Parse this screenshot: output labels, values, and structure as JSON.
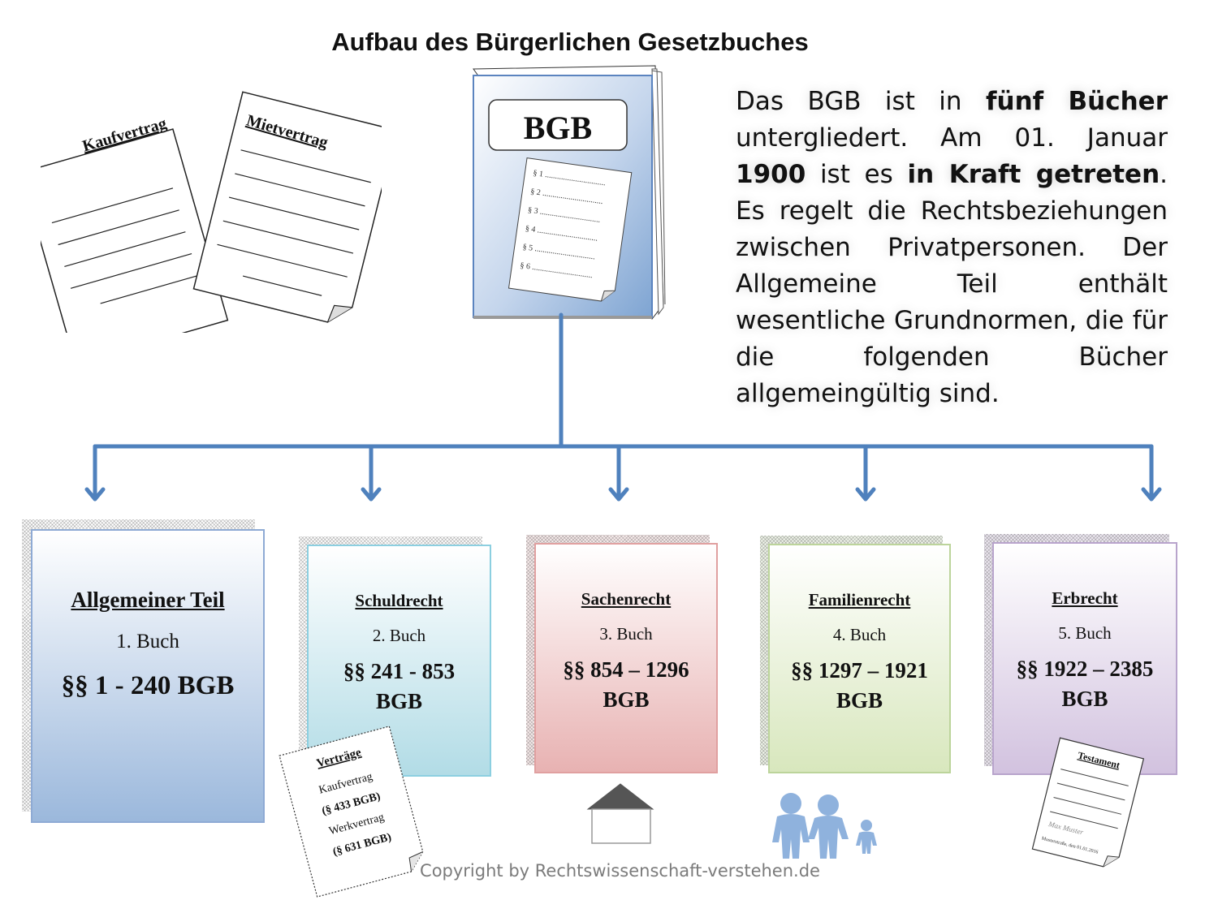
{
  "title": "Aufbau des Bürgerlichen Gesetzbuches",
  "description": {
    "p1": "Das BGB ist in ",
    "b1": "fünf Bücher",
    "p2": " untergliedert. Am 01. Januar ",
    "b2": "1900",
    "p3": " ist es ",
    "b3": "in Kraft getreten",
    "p4": ". Es regelt die Rechtsbeziehungen zwischen Privatpersonen. Der Allgemeine Teil enthält wesentliche Grundnormen, die für die folgenden Bücher allgemeingültig sind."
  },
  "documents": {
    "kaufvertrag": "Kaufvertrag",
    "mietvertrag": "Mietvertrag"
  },
  "main_book": {
    "label": "BGB",
    "paragraphs": [
      "§ 1 ..............................",
      "§ 2 ..............................",
      "§ 3 ..............................",
      "§ 4 ..............................",
      "§ 5 ..............................",
      "§ 6 .............................."
    ]
  },
  "books": [
    {
      "title": "Allgemeiner Teil",
      "num": "1.  Buch",
      "para1": "§§ 1 - 240 BGB",
      "para2": "",
      "color_top": "#ffffff",
      "color_bottom": "#9bb8dc",
      "border": "#8eaad4"
    },
    {
      "title": "Schuldrecht",
      "num": "2. Buch",
      "para1": "§§ 241 - 853",
      "para2": "BGB",
      "color_top": "#ffffff",
      "color_bottom": "#b2dce6",
      "border": "#8ccfe0"
    },
    {
      "title": "Sachenrecht",
      "num": "3. Buch",
      "para1": "§§ 854 – 1296",
      "para2": "BGB",
      "color_top": "#ffffff",
      "color_bottom": "#e8b2b2",
      "border": "#e0a0a0"
    },
    {
      "title": "Familienrecht",
      "num": "4. Buch",
      "para1": "§§ 1297 – 1921",
      "para2": "BGB",
      "color_top": "#ffffff",
      "color_bottom": "#d8e7bd",
      "border": "#bcd49b"
    },
    {
      "title": "Erbrecht",
      "num": "5. Buch",
      "para1": "§§ 1922 – 2385",
      "para2": "BGB",
      "color_top": "#ffffff",
      "color_bottom": "#d2c2df",
      "border": "#b8a4cc"
    }
  ],
  "vertraege": {
    "title": "Verträge",
    "l1": "Kaufvertrag",
    "l2": "(§ 433 BGB)",
    "l3": "Werkvertrag",
    "l4": "(§ 631 BGB)"
  },
  "testament": {
    "title": "Testament",
    "sig": "Max Muster",
    "foot": "Musterstraße, den 01.01.2016"
  },
  "copyright": "Copyright by Rechtswissenschaft-verstehen.de",
  "colors": {
    "connector": "#4f81bd",
    "book_blue": "#8eaad4"
  }
}
